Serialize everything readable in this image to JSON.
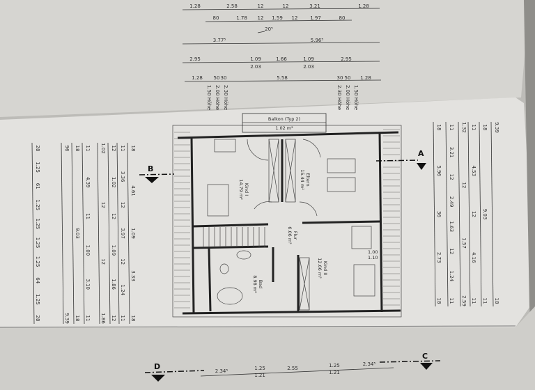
{
  "plan": {
    "balcony": {
      "name": "Balkon (Typ 2)",
      "area": "1.02 m²"
    },
    "rooms": [
      {
        "name": "Kind I",
        "area": "14.79 m²"
      },
      {
        "name": "Eltern",
        "area": "15.44 m²"
      },
      {
        "name": "Flur",
        "area": "6.06 m²"
      },
      {
        "name": "Kind II",
        "area": "12.66 m²"
      },
      {
        "name": "Bad",
        "area": "8.98 m²"
      }
    ],
    "window_note": {
      "width": "1.00",
      "height": "1.10"
    },
    "section_markers": [
      "A",
      "B",
      "C",
      "D"
    ]
  },
  "height_notes": {
    "left": [
      "1.50 Höhe",
      "2.00 Höhe",
      "2.30 Höhe"
    ],
    "right": [
      "2.30 Höhe",
      "2.00 Höhe",
      "1.50 Höhe"
    ]
  },
  "dimensions": {
    "top_rows": [
      [
        "1.28",
        "2.58",
        "12",
        "12",
        "3.21",
        "1.28"
      ],
      [
        "80",
        "1.78",
        "12",
        "1.59",
        "12",
        "1.97",
        "80"
      ],
      [
        "20⁵"
      ],
      [
        "3.77⁵",
        "5.96⁵"
      ],
      [
        "2.95",
        "1.09",
        "2.03",
        "1.66",
        "1.09",
        "2.03",
        "2.95"
      ],
      [
        "1.28",
        "50",
        "30",
        "5.58",
        "30",
        "50",
        "1.28"
      ]
    ],
    "left_columns": [
      [
        "28",
        "1.25",
        "61",
        "1.25",
        "1.25",
        "1.25",
        "1.25",
        "64",
        "1.25",
        "28"
      ],
      [
        "96",
        "9.39"
      ],
      [
        "18",
        "9.03",
        "18"
      ],
      [
        "11",
        "4.39",
        "11",
        "1.00",
        "3.10",
        "11"
      ],
      [
        "1.02",
        "12",
        "12",
        "1.86"
      ],
      [
        "12",
        "1.02",
        "12",
        "1.09",
        "1.86",
        "12"
      ],
      [
        "11",
        "3.36",
        "12",
        "3.97",
        "12",
        "1.24",
        "11"
      ],
      [
        "18",
        "4.61",
        "1.09",
        "3.33",
        "18"
      ]
    ],
    "right_columns": [
      [
        "18",
        "5.96",
        "36",
        "2.73",
        "18"
      ],
      [
        "11",
        "3.21",
        "12",
        "2.49",
        "1.63",
        "12",
        "1.24",
        "11"
      ],
      [
        "1.32",
        "12",
        "1.57",
        "2.59"
      ],
      [
        "11",
        "4.53",
        "12",
        "4.16",
        "11"
      ],
      [
        "18",
        "9.03",
        "11"
      ],
      [
        "9.39",
        "18"
      ]
    ],
    "bottom_row": [
      "2.34⁵",
      "1.25",
      "1.21",
      "2.55",
      "1.25",
      "1.21",
      "2.34⁵"
    ]
  }
}
